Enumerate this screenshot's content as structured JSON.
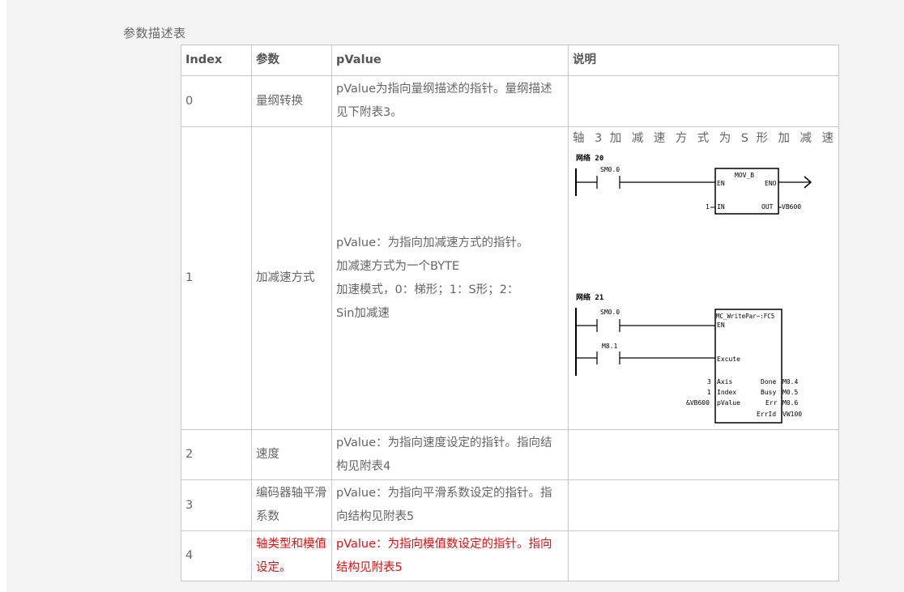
{
  "caption": "参数描述表",
  "table": {
    "headers": [
      "Index",
      "参数",
      "pValue",
      "说明"
    ],
    "rows": [
      {
        "index": "0",
        "param": "量纲转换",
        "pvalue": "pValue为指向量纲描述的指针。量纲描述见下附表3。",
        "note": ""
      },
      {
        "index": "1",
        "param": "加减速方式",
        "pvalue_lines": [
          "pValue：为指向加减速方式的指针。",
          "加减速方式为一个BYTE",
          "加速模式，0：梯形；1：S形；2：",
          "Sin加减速"
        ],
        "note": "轴 3 加 减 速 方 式 为 S 形 加 减 速"
      },
      {
        "index": "2",
        "param": "速度",
        "pvalue": "pValue：为指向速度设定的指针。指向结构见附表4",
        "note": ""
      },
      {
        "index": "3",
        "param": "编码器轴平滑系数",
        "pvalue": "pValue：为指向平滑系数设定的指针。指向结构见附表5",
        "note": ""
      },
      {
        "index": "4",
        "param": "轴类型和模值设定。",
        "pvalue": "pValue：为指向模值数设定的指针。指向结构见附表5",
        "note": "",
        "highlight": true
      }
    ]
  },
  "ladder": {
    "net1": {
      "title": "网络 20",
      "contact": "SM0.0",
      "block": "MOV_B",
      "en": "EN",
      "eno": "ENO",
      "in_pin": "IN",
      "out_pin": "OUT",
      "in_val": "1",
      "out_val": "VB600"
    },
    "net2": {
      "title": "网络 21",
      "contact1": "SM0.0",
      "contact2": "M8.1",
      "block": "MC_WritePar~:FC5",
      "en": "EN",
      "excute": "Excute",
      "inputs": [
        {
          "val": "3",
          "pin": "Axis"
        },
        {
          "val": "1",
          "pin": "Index"
        },
        {
          "val": "&VB600",
          "pin": "pValue"
        }
      ],
      "outputs": [
        {
          "pin": "Done",
          "val": "M0.4"
        },
        {
          "pin": "Busy",
          "val": "M0.5"
        },
        {
          "pin": "Err",
          "val": "M0.6"
        },
        {
          "pin": "ErrId",
          "val": "VW100"
        }
      ]
    }
  },
  "colors": {
    "highlight": "#e01010",
    "text": "#666666",
    "border": "#c8c8c8"
  }
}
